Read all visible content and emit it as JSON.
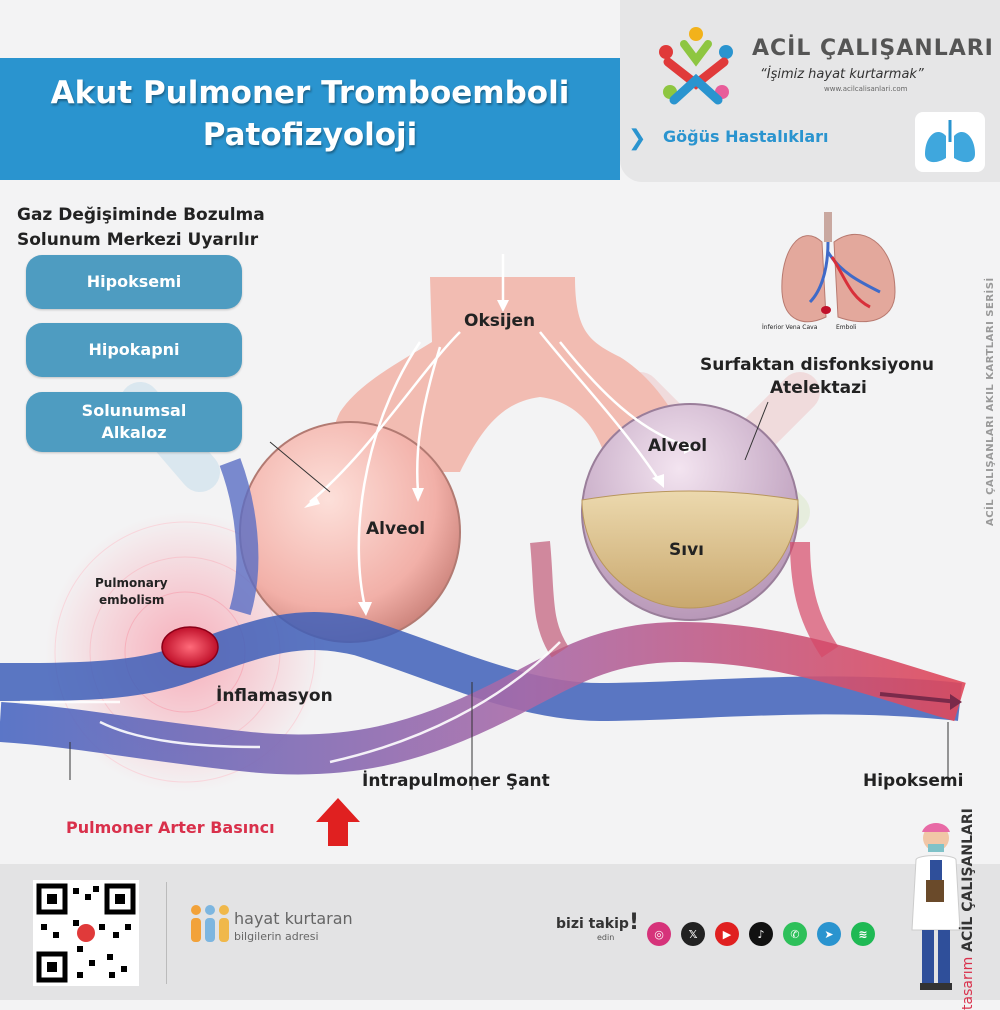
{
  "header": {
    "title_line1": "Akut Pulmoner Tromboemboli",
    "title_line2": "Patofizyoloji",
    "brand_name": "ACİL ÇALIŞANLARI",
    "brand_slogan": "“İşimiz hayat kurtarmak”",
    "brand_url": "www.acilcalisanlari.com",
    "category": "Göğüs Hastalıkları",
    "accent_color": "#2a94cf"
  },
  "left_panel": {
    "heading_line1": "Gaz Değişiminde Bozulma",
    "heading_line2": "Solunum Merkezi Uyarılır",
    "pills": [
      "Hipoksemi",
      "Hipokapni",
      "Solunumsal",
      "Alkaloz"
    ]
  },
  "diagram": {
    "oxygen": "Oksijen",
    "alveol_left": "Alveol",
    "alveol_right": "Alveol",
    "fluid": "Sıvı",
    "surfactant_line1": "Surfaktan disfonksiyonu",
    "surfactant_line2": "Atelektazi",
    "embolism_line1": "Pulmonary",
    "embolism_line2": "embolism",
    "inflammation": "İnflamasyon",
    "shunt": "İntrapulmoner Şant",
    "hypoxemia": "Hipoksemi",
    "inset_ivc": "İnferior Vena Cava",
    "inset_emboli": "Emboli",
    "pressure": "Pulmoner Arter Basıncı",
    "pressure_arrow_color": "#e02020"
  },
  "side": {
    "series": "ACİL ÇALIŞANLARI AKIL KARTLARI SERİSİ",
    "design_prefix": "tasarım",
    "design_brand": "ACİL ÇALIŞANLARI"
  },
  "footer": {
    "tagline1": "hayat kurtaran",
    "tagline2": "bilgilerin adresi",
    "follow1": "bizi takip",
    "follow2": "edin",
    "social_icons": [
      "instagram-icon",
      "x-icon",
      "youtube-icon",
      "tiktok-icon",
      "whatsapp-icon",
      "telegram-icon",
      "spotify-icon"
    ]
  }
}
